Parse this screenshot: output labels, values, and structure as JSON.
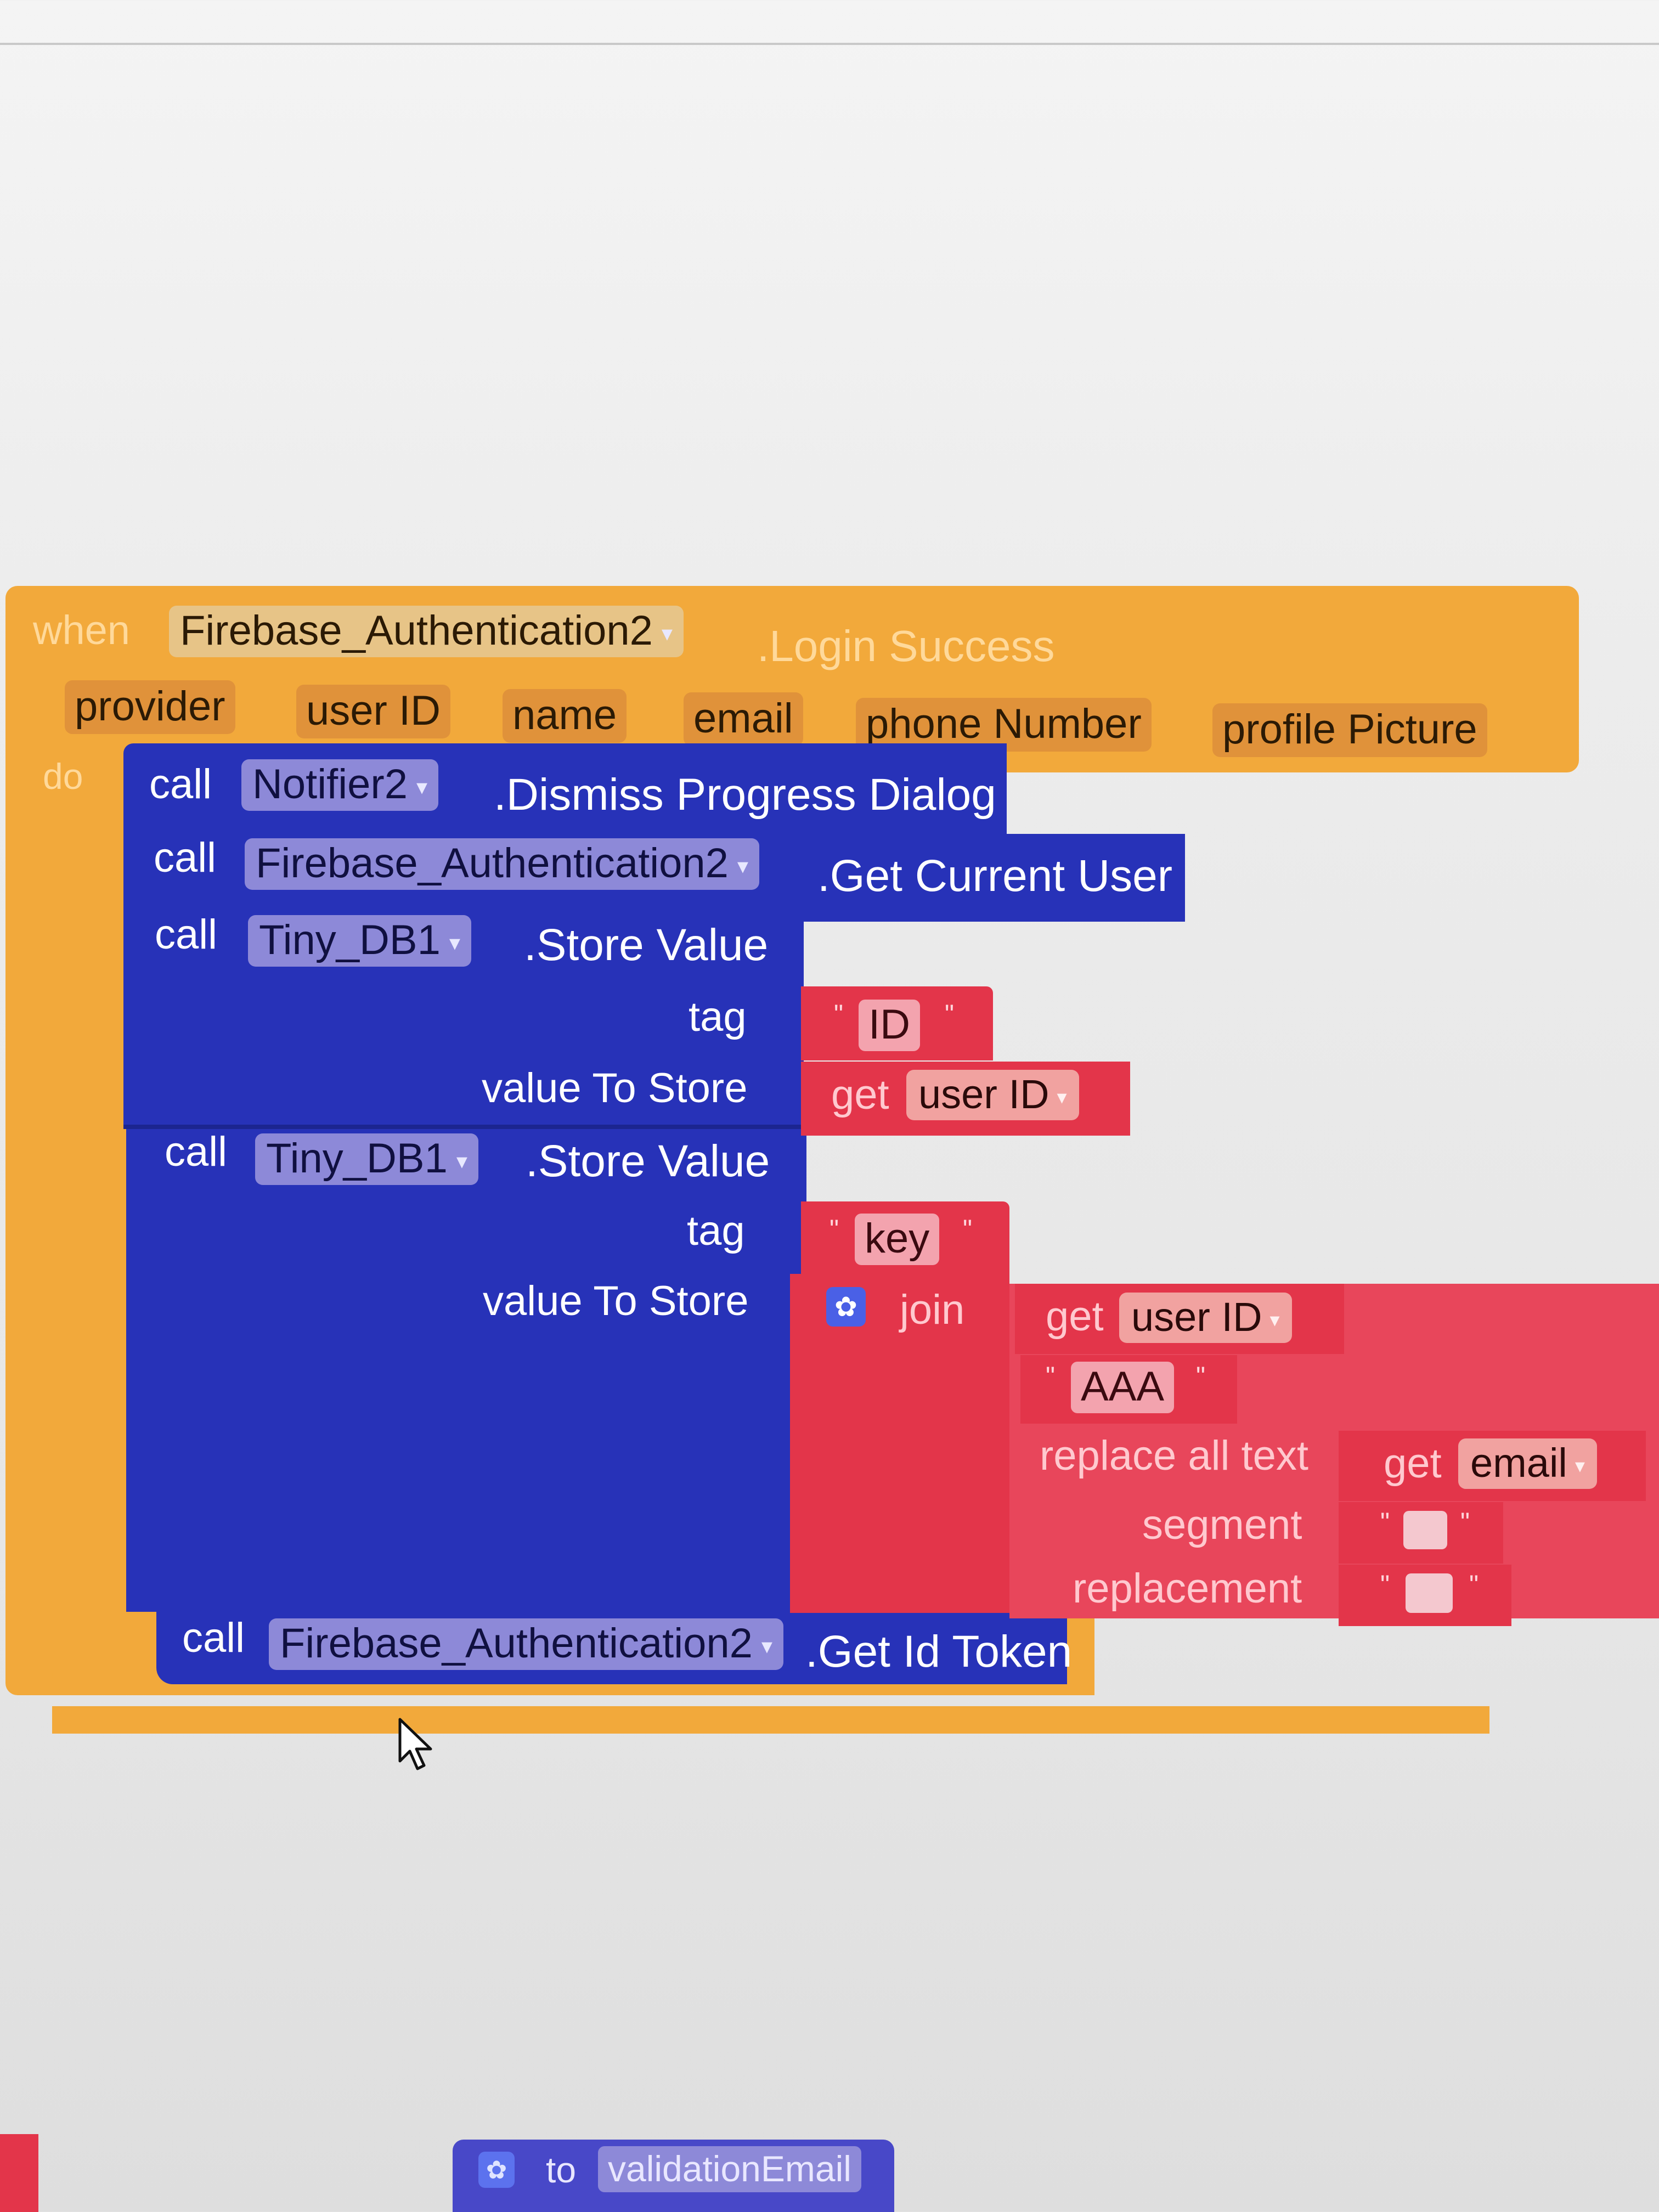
{
  "event_block": {
    "when_label": "when",
    "component": "Firebase_Authentication2",
    "event_name": ".Login Success",
    "params": [
      "provider",
      "user ID",
      "name",
      "email",
      "phone Number",
      "profile Picture"
    ],
    "do_label": "do"
  },
  "calls": {
    "call_label": "call",
    "dismiss": {
      "component": "Notifier2",
      "method": ".Dismiss Progress Dialog"
    },
    "current_user": {
      "component": "Firebase_Authentication2",
      "method": ".Get Current User"
    },
    "store1": {
      "component": "Tiny_DB1",
      "method": ".Store Value",
      "tag_label": "tag",
      "tag_value": "ID",
      "value_label": "value To Store",
      "get_label": "get",
      "get_var": "user ID"
    },
    "store2": {
      "component": "Tiny_DB1",
      "method": ".Store Value",
      "tag_label": "tag",
      "tag_value": "key",
      "value_label": "value To Store",
      "join_label": "join",
      "join_get_label": "get",
      "join_get_var": "user ID",
      "join_text": "AAA",
      "replace_label": "replace all text",
      "replace_get_label": "get",
      "replace_get_var": "email",
      "segment_label": "segment",
      "replacement_label": "replacement"
    },
    "id_token": {
      "component": "Firebase_Authentication2",
      "method": ".Get Id Token"
    }
  },
  "procedure": {
    "to_label": "to",
    "name": "validationEmail"
  },
  "icons": {
    "dropdown": "dropdown-caret-icon",
    "mutator": "gear-icon",
    "cursor": "mouse-pointer-icon"
  },
  "colors": {
    "event": "#f2a93b",
    "call": "#2732b8",
    "text": "#e3354a",
    "procedure": "#4848c8"
  }
}
